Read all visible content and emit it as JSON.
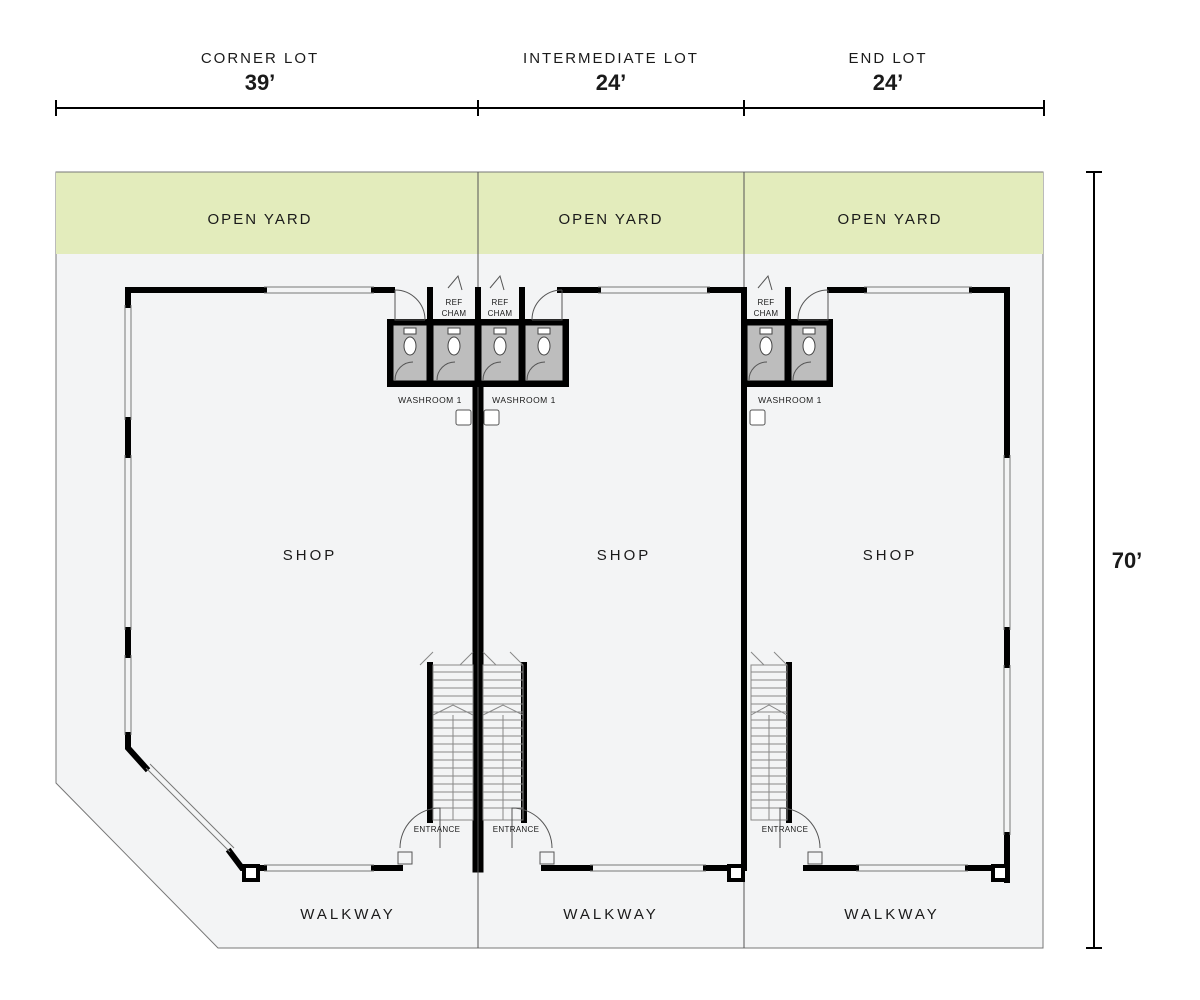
{
  "lots": [
    {
      "name": "CORNER LOT",
      "width": "39’",
      "yard": "OPEN YARD",
      "room": "SHOP",
      "walk": "WALKWAY",
      "washroom": "WASHROOM 1",
      "ref1": "REF",
      "ref2": "CHAM",
      "entrance": "ENTRANCE"
    },
    {
      "name": "INTERMEDIATE LOT",
      "width": "24’",
      "yard": "OPEN YARD",
      "room": "SHOP",
      "walk": "WALKWAY",
      "washroom": "WASHROOM 1",
      "ref1": "REF",
      "ref2": "CHAM",
      "entrance": "ENTRANCE"
    },
    {
      "name": "END LOT",
      "width": "24’",
      "yard": "OPEN YARD",
      "room": "SHOP",
      "walk": "WALKWAY",
      "washroom": "WASHROOM 1",
      "ref1": "REF",
      "ref2": "CHAM",
      "entrance": "ENTRANCE"
    }
  ],
  "depth": "70’",
  "colors": {
    "yard": "#e3ecbc",
    "floor": "#f3f4f5",
    "wall": "#000000",
    "toilet": "#bdbdbd",
    "line": "#6b6b6b"
  }
}
